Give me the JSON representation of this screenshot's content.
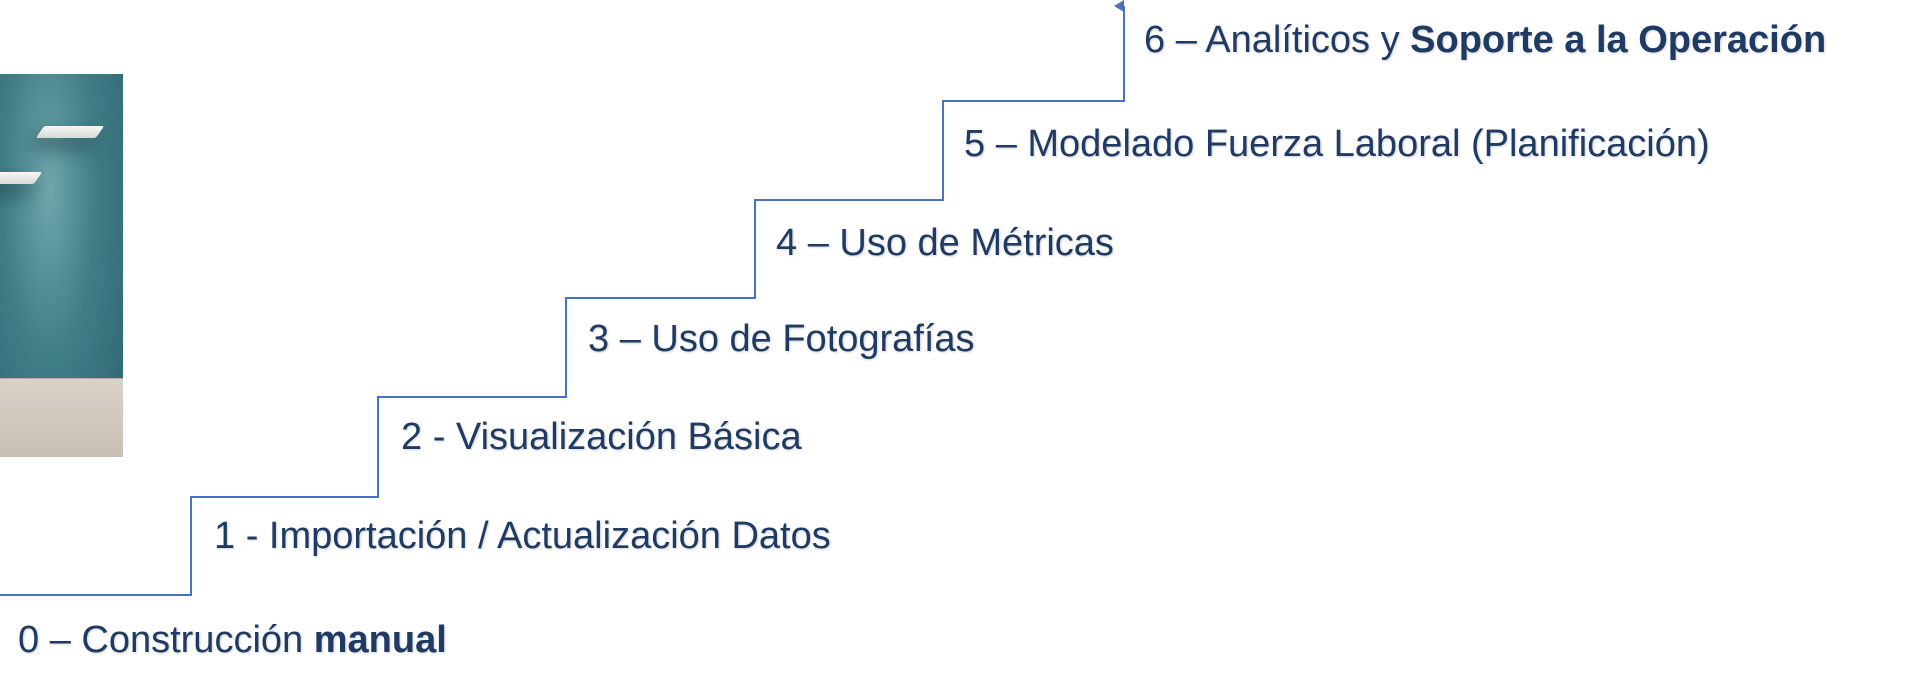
{
  "colors": {
    "text": "#1f3b63",
    "stair_line": "#4a72c4"
  },
  "photo": {
    "icon": "room-with-floating-shelves-image"
  },
  "steps": [
    {
      "text": "0 – Construcción ",
      "bold": "manual"
    },
    {
      "text": "1 - Importación / Actualización Datos",
      "bold": ""
    },
    {
      "text": "2 - Visualización Básica",
      "bold": ""
    },
    {
      "text": "3 – Uso de Fotografías",
      "bold": ""
    },
    {
      "text": "4 – Uso de Métricas",
      "bold": ""
    },
    {
      "text": "5 – Modelado Fuerza Laboral (Planificación)",
      "bold": ""
    },
    {
      "text": "6 – Analíticos y ",
      "bold": "Soporte a la Operación"
    }
  ]
}
